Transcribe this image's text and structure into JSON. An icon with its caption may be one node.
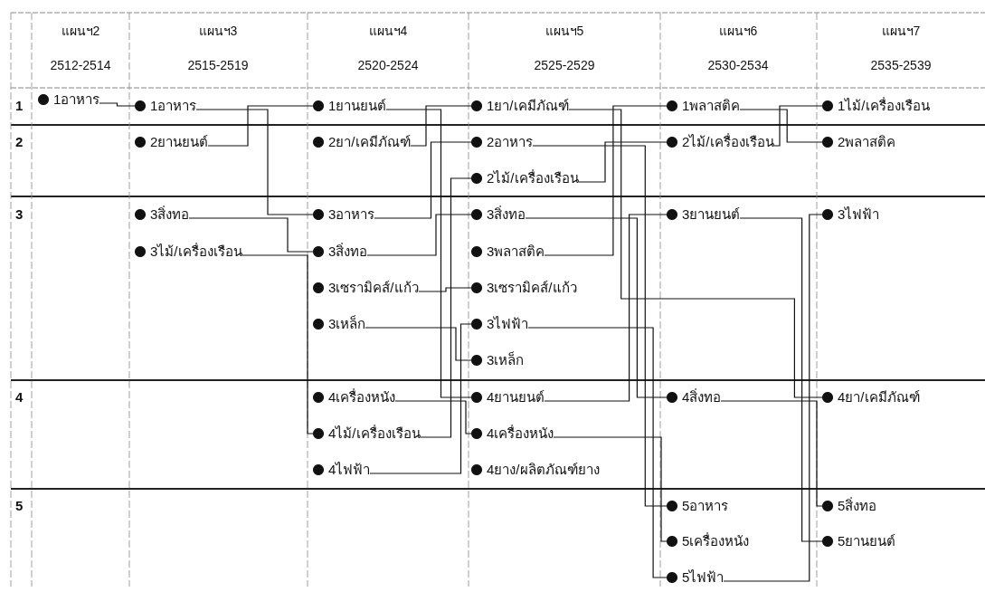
{
  "diagram": {
    "nodes": [
      {
        "text": [
          "1อาหาร"
        ]
      },
      {
        "text": [
          "1อาหาร"
        ]
      },
      {
        "text": [
          "2ยานยนต์"
        ]
      },
      {
        "text": [
          "3สิ่งทอ"
        ]
      },
      {
        "text": [
          "3ไม้/เครื่องเรือน"
        ]
      },
      {
        "text": [
          "1ยานยนต์"
        ]
      },
      {
        "text": [
          "2ยา/เคมีภัณฑ์"
        ]
      },
      {
        "text": [
          "3อาหาร"
        ]
      },
      {
        "text": [
          "3สิ่งทอ"
        ]
      },
      {
        "text": [
          "3เซรามิคส์/แก้ว"
        ]
      },
      {
        "text": [
          "3เหล็ก"
        ]
      },
      {
        "text": [
          "4เครื่องหนัง"
        ]
      },
      {
        "text": [
          "4ไม้/เครื่องเรือน"
        ]
      },
      {
        "text": [
          "4ไฟฟ้า"
        ]
      },
      {
        "text": [
          "1ยา/เคมีภัณฑ์"
        ]
      },
      {
        "text": [
          "2อาหาร"
        ]
      },
      {
        "text": [
          "2ไม้/เครื่องเรือน"
        ]
      },
      {
        "text": [
          "3สิ่งทอ"
        ]
      },
      {
        "text": [
          "3พลาสติค"
        ]
      },
      {
        "text": [
          "3เซรามิคส์/แก้ว"
        ]
      },
      {
        "text": [
          "3ไฟฟ้า"
        ]
      },
      {
        "text": [
          "3เหล็ก"
        ]
      },
      {
        "text": [
          "4ยานยนต์"
        ]
      },
      {
        "text": [
          "4เครื่องหนัง"
        ]
      },
      {
        "text": [
          "4ยาง/ผลิตภัณฑ์ยาง"
        ]
      },
      {
        "text": [
          "1พลาสติค"
        ]
      },
      {
        "text": [
          "2ไม้/เครื่องเรือน"
        ]
      },
      {
        "text": [
          "3ยานยนต์"
        ]
      },
      {
        "text": [
          "4สิ่งทอ"
        ]
      },
      {
        "text": [
          "5อาหาร"
        ]
      },
      {
        "text": [
          "5เครื่องหนัง"
        ]
      },
      {
        "text": [
          "5ไฟฟ้า"
        ]
      },
      {
        "text": [
          "1ไม้/เครื่องเรือน"
        ]
      },
      {
        "text": [
          "2พลาสติค"
        ]
      },
      {
        "text": [
          "3ไฟฟ้า"
        ]
      },
      {
        "text": [
          "4ยา/เคมีภัณฑ์"
        ]
      },
      {
        "text": [
          "5สิ่งทอ"
        ]
      },
      {
        "text": [
          "5ยานยนต์"
        ]
      }
    ],
    "edges": [
      {
        "from": 0,
        "to": 1,
        "arrow": "none"
      },
      {
        "from": 1,
        "to": 7,
        "arrow": "none"
      },
      {
        "from": 7,
        "to": 15,
        "arrow": "none"
      },
      {
        "from": 15,
        "to": 29,
        "arrow": "none"
      },
      {
        "from": 2,
        "to": 5,
        "arrow": "none"
      },
      {
        "from": 5,
        "to": 22,
        "arrow": "none"
      },
      {
        "from": 22,
        "to": 27,
        "arrow": "none"
      },
      {
        "from": 27,
        "to": 37,
        "arrow": "none"
      },
      {
        "from": 6,
        "to": 14,
        "arrow": "none"
      },
      {
        "from": 14,
        "to": 35,
        "arrow": "none"
      },
      {
        "from": 3,
        "to": 8,
        "arrow": "none"
      },
      {
        "from": 8,
        "to": 17,
        "arrow": "none"
      },
      {
        "from": 17,
        "to": 28,
        "arrow": "none"
      },
      {
        "from": 28,
        "to": 36,
        "arrow": "none"
      },
      {
        "from": 4,
        "to": 12,
        "arrow": "none"
      },
      {
        "from": 12,
        "to": 16,
        "arrow": "none"
      },
      {
        "from": 16,
        "to": 26,
        "arrow": "none"
      },
      {
        "from": 26,
        "to": 32,
        "arrow": "none"
      },
      {
        "from": 9,
        "to": 19,
        "arrow": "none"
      },
      {
        "from": 10,
        "to": 21,
        "arrow": "none"
      },
      {
        "from": 11,
        "to": 23,
        "arrow": "none"
      },
      {
        "from": 23,
        "to": 30,
        "arrow": "none"
      },
      {
        "from": 13,
        "to": 20,
        "arrow": "none"
      },
      {
        "from": 20,
        "to": 31,
        "arrow": "none"
      },
      {
        "from": 31,
        "to": 34,
        "arrow": "none"
      },
      {
        "from": 18,
        "to": 25,
        "arrow": "none"
      },
      {
        "from": 25,
        "to": 33,
        "arrow": "none"
      }
    ],
    "labels": [
      "แผนฯ2",
      "แผนฯ3",
      "แผนฯ4",
      "แผนฯ5",
      "แผนฯ6",
      "แผนฯ7",
      "2512-2514",
      "2515-2519",
      "2520-2524",
      "2525-2529",
      "2530-2534",
      "2535-2539",
      "1",
      "2",
      "3",
      "4",
      "5"
    ]
  }
}
